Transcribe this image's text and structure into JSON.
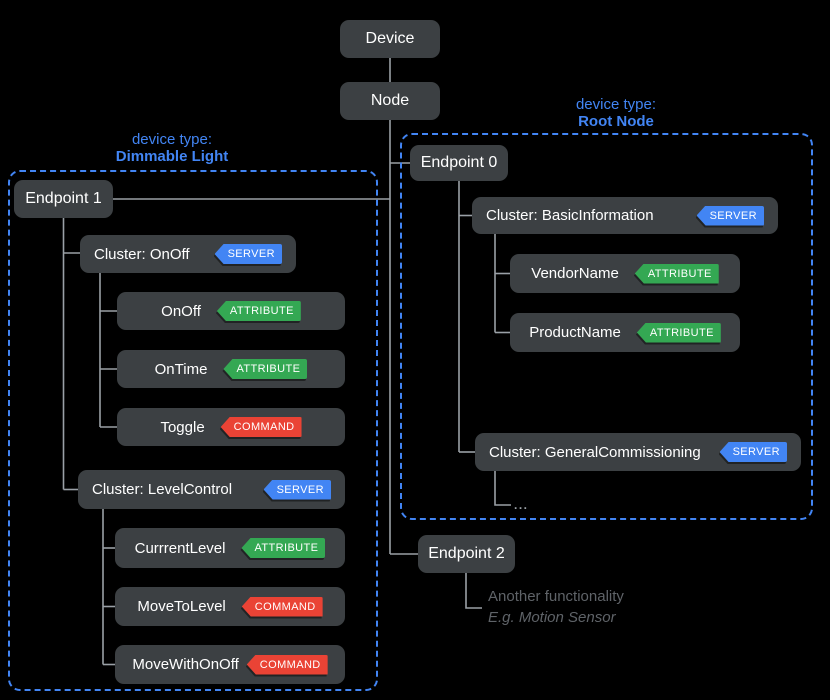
{
  "colors": {
    "background": "#000000",
    "node_fill": "#3c4043",
    "node_text": "#ffffff",
    "connector": "#9aa0a6",
    "group_border": "#4285f4",
    "group_label": "#4285f4",
    "server_badge": "#4285f4",
    "attribute_badge": "#34a853",
    "command_badge": "#ea4335",
    "caption_text": "#5f6368"
  },
  "badges": {
    "server": "SERVER",
    "attribute": "ATTRIBUTE",
    "command": "COMMAND"
  },
  "nodes": {
    "device": "Device",
    "node": "Node",
    "endpoint0": "Endpoint 0",
    "endpoint1": "Endpoint 1",
    "endpoint2": "Endpoint 2",
    "cluster_onoff": "Cluster: OnOff",
    "attr_onoff": "OnOff",
    "attr_ontime": "OnTime",
    "cmd_toggle": "Toggle",
    "cluster_levelcontrol": "Cluster: LevelControl",
    "attr_currrentlevel": "CurrrentLevel",
    "cmd_movetolevel": "MoveToLevel",
    "cmd_movewithonoff": "MoveWithOnOff",
    "cluster_basicinformation": "Cluster: BasicInformation",
    "attr_vendorname": "VendorName",
    "attr_productname": "ProductName",
    "cluster_generalcommissioning": "Cluster: GeneralCommissioning",
    "ellipsis": "..."
  },
  "group_labels": {
    "dimmable_light": {
      "line1": "device type:",
      "line2": "Dimmable Light"
    },
    "root_node": {
      "line1": "device type:",
      "line2": "Root Node"
    }
  },
  "captions": {
    "endpoint2": {
      "line1": "Another functionality",
      "line2": "E.g. Motion Sensor"
    }
  }
}
